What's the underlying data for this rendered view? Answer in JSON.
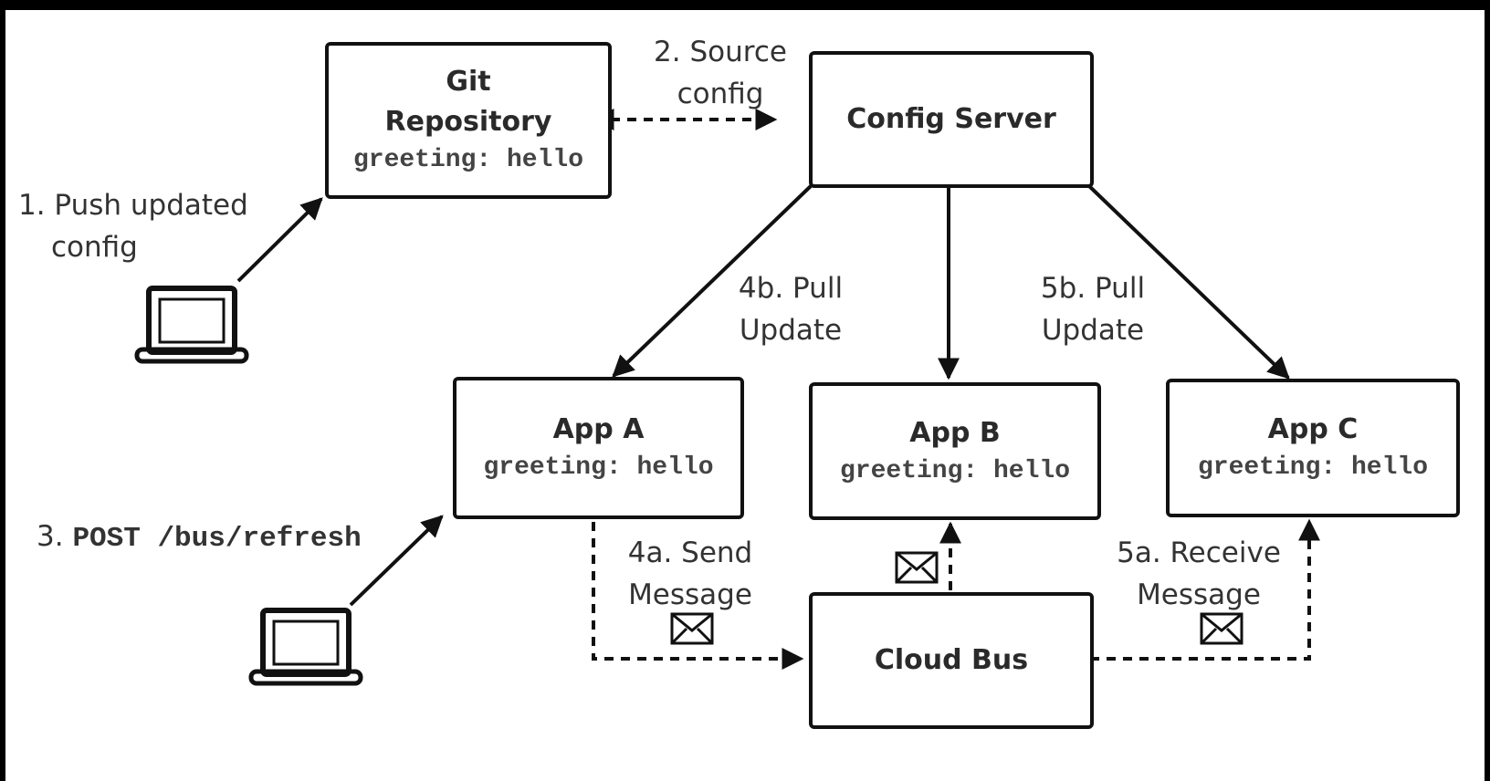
{
  "nodes": {
    "git": {
      "title_line1": "Git",
      "title_line2": "Repository",
      "code": "greeting: hello"
    },
    "config_server": {
      "title": "Config Server"
    },
    "app_a": {
      "title": "App A",
      "code": "greeting: hello"
    },
    "app_b": {
      "title": "App B",
      "code": "greeting: hello"
    },
    "app_c": {
      "title": "App C",
      "code": "greeting: hello"
    },
    "cloud_bus": {
      "title": "Cloud Bus"
    }
  },
  "steps": {
    "s1": {
      "line1": "1. Push updated",
      "line2": "config"
    },
    "s2": {
      "line1": "2. Source",
      "line2": "config"
    },
    "s3": {
      "prefix": "3.",
      "command": "POST /bus/refresh"
    },
    "s4a": {
      "line1": "4a. Send",
      "line2": "Message"
    },
    "s4b": {
      "line1": "4b. Pull",
      "line2": "Update"
    },
    "s5a": {
      "line1": "5a. Receive",
      "line2": "Message"
    },
    "s5b": {
      "line1": "5b. Pull",
      "line2": "Update"
    }
  },
  "icons": [
    "laptop-icon",
    "envelope-icon"
  ]
}
